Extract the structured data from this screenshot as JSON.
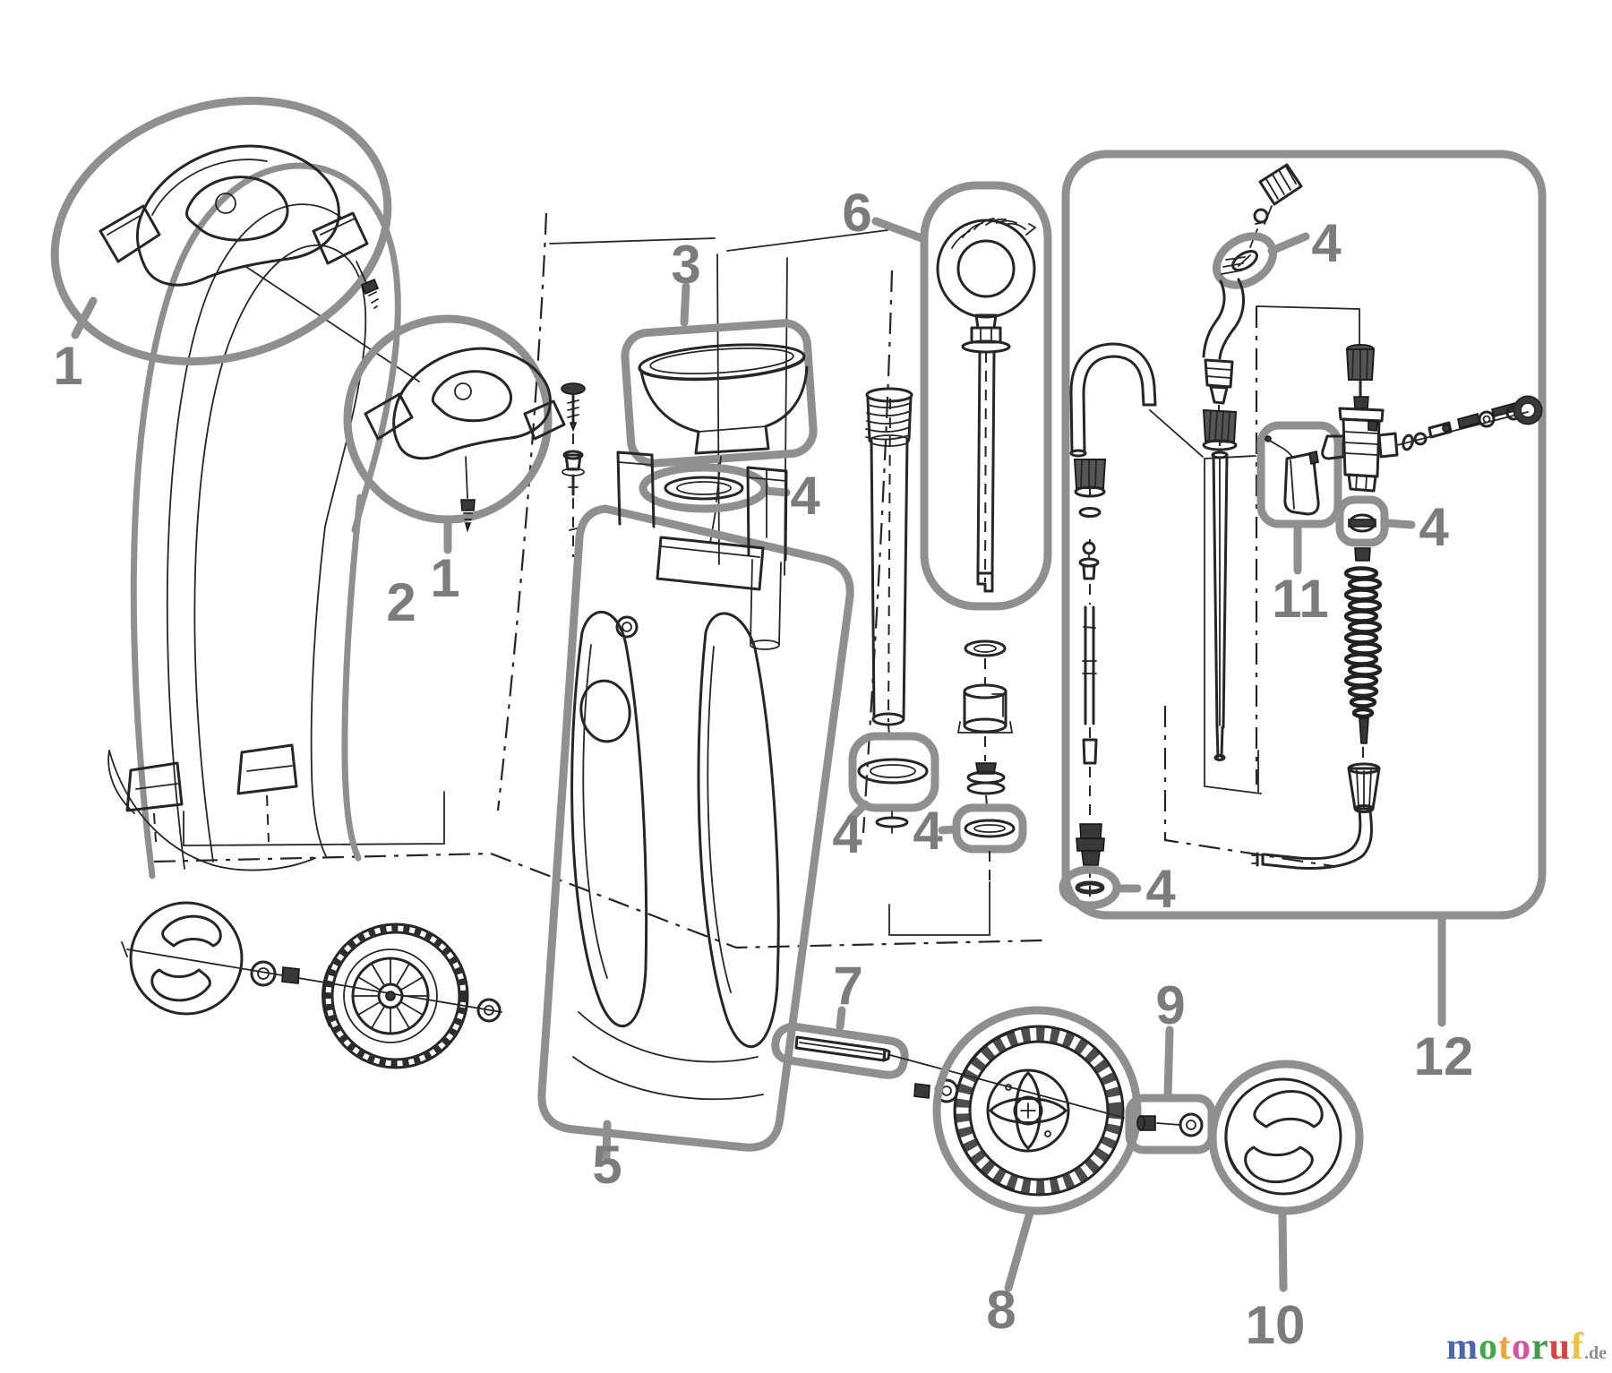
{
  "diagram": {
    "background": "#ffffff",
    "line_color": "#262626",
    "highlight_color": "#8f8f8f",
    "label_color": "#7c7c7c",
    "callouts": [
      "1",
      "1",
      "2",
      "3",
      "4",
      "4",
      "4",
      "4",
      "4",
      "4",
      "5",
      "6",
      "7",
      "8",
      "9",
      "10",
      "11",
      "12"
    ]
  },
  "watermark": {
    "letters": [
      {
        "ch": "m",
        "color": "#4b66ae"
      },
      {
        "ch": "o",
        "color": "#42a948"
      },
      {
        "ch": "t",
        "color": "#eda43b"
      },
      {
        "ch": "o",
        "color": "#d4559f"
      },
      {
        "ch": "r",
        "color": "#3f9b4b"
      },
      {
        "ch": "u",
        "color": "#d94545"
      },
      {
        "ch": "f",
        "color": "#eec23f"
      }
    ],
    "suffix": ".de",
    "suffix_color": "#8e8e8e"
  }
}
